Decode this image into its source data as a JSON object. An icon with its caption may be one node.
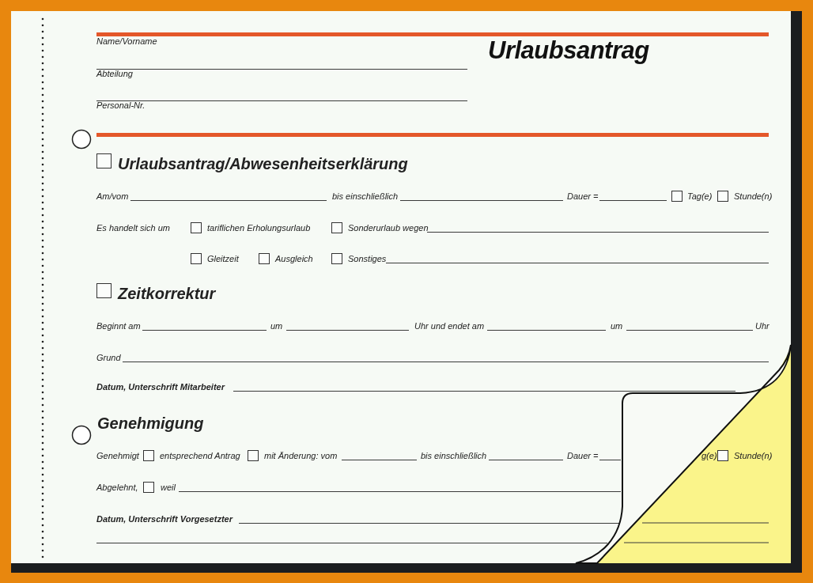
{
  "diagram": {
    "title": "Urlaubsantrag",
    "labels": [
      "Name/Vorname",
      "Abteilung",
      "Personal-Nr.",
      "Urlaubsantrag/Abwesenheitserklärung",
      "Am/vom",
      "bis einschließlich",
      "Dauer =",
      "Tag(e)",
      "Stunde(n)",
      "Es handelt sich um",
      "tariflichen Erholungsurlaub",
      "Sonderurlaub wegen",
      "Gleitzeit",
      "Ausgleich",
      "Sonstiges",
      "Zeitkorrektur",
      "Beginnt am",
      "um",
      "Uhr und endet am",
      "um",
      "Uhr",
      "Grund",
      "Datum, Unterschrift Mitarbeiter",
      "Genehmigung",
      "Genehmigt",
      "entsprechend Antrag",
      "mit Änderung: vom",
      "bis einschließlich",
      "Dauer =",
      "g(e)",
      "Stunde(n)",
      "Abgelehnt,",
      "weil",
      "Datum, Unterschrift Vorgesetzter"
    ]
  }
}
